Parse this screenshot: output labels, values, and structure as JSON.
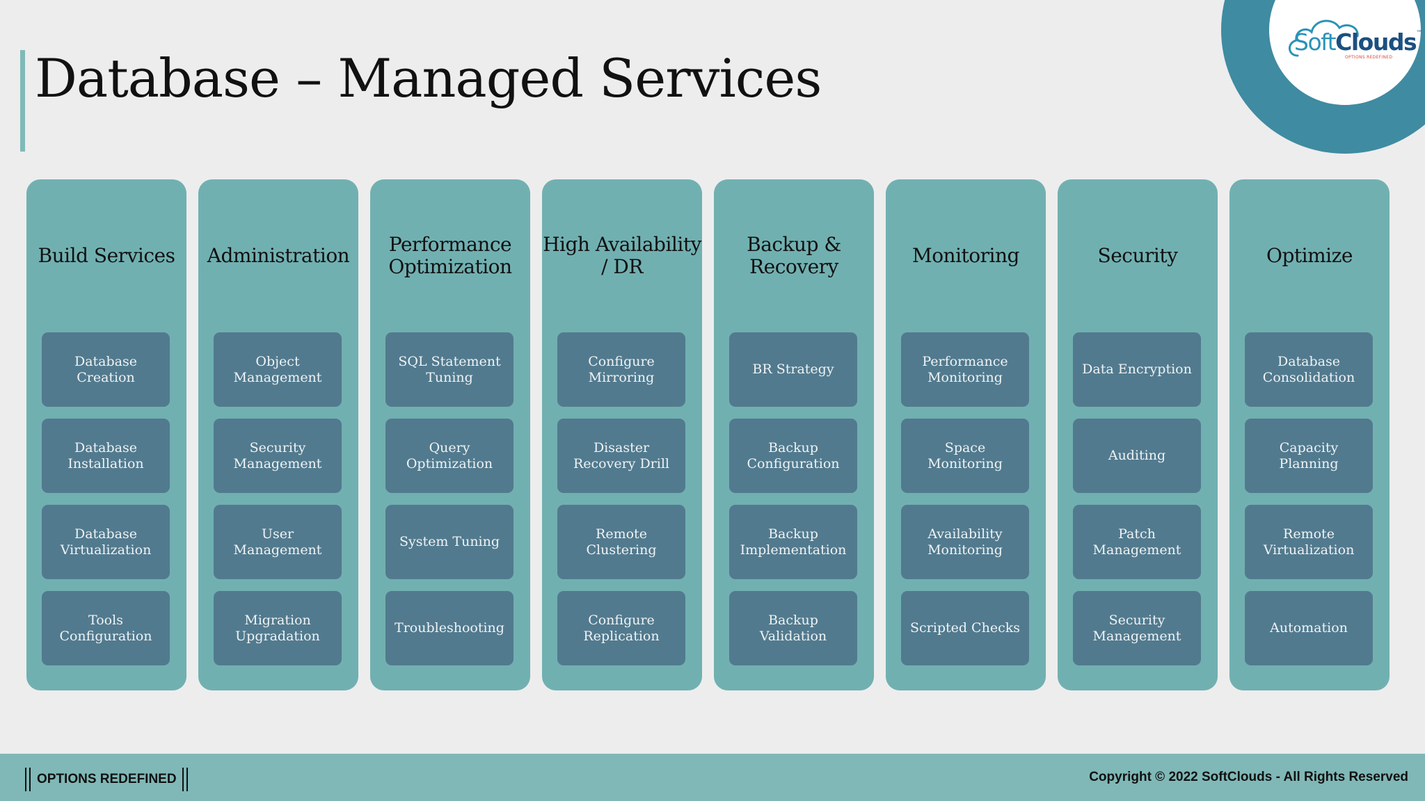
{
  "slide": {
    "title": "Database – Managed Services"
  },
  "logo": {
    "soft": "Soft",
    "clouds": "Clouds",
    "tm": "™",
    "tagline": "OPTIONS REDEFINED"
  },
  "columns": [
    {
      "header": "Build Services",
      "items": [
        "Database Creation",
        "Database Installation",
        "Database Virtualization",
        "Tools Configuration"
      ]
    },
    {
      "header": "Administration",
      "items": [
        "Object Management",
        "Security Management",
        "User Management",
        "Migration Upgradation"
      ]
    },
    {
      "header": "Performance Optimization",
      "items": [
        "SQL Statement Tuning",
        "Query Optimization",
        "System Tuning",
        "Troubleshooting"
      ]
    },
    {
      "header": "High Availability / DR",
      "items": [
        "Configure Mirroring",
        "Disaster Recovery Drill",
        "Remote Clustering",
        "Configure Replication"
      ]
    },
    {
      "header": "Backup & Recovery",
      "items": [
        "BR Strategy",
        "Backup Configuration",
        "Backup Implementation",
        "Backup Validation"
      ]
    },
    {
      "header": "Monitoring",
      "items": [
        "Performance Monitoring",
        "Space Monitoring",
        "Availability Monitoring",
        "Scripted Checks"
      ]
    },
    {
      "header": "Security",
      "items": [
        "Data Encryption",
        "Auditing",
        "Patch Management",
        "Security Management"
      ]
    },
    {
      "header": "Optimize",
      "items": [
        "Database Consolidation",
        "Capacity Planning",
        "Remote Virtualization",
        "Automation"
      ]
    }
  ],
  "footer": {
    "tagline": "OPTIONS REDEFINED",
    "copyright": "Copyright © 2022 SoftClouds - All Rights Reserved"
  },
  "colors": {
    "column_bg": "#71b0b1",
    "item_bg": "#527a8e",
    "footer_bg": "#7fb8b7",
    "logo_ring": "#3f8ba2"
  }
}
